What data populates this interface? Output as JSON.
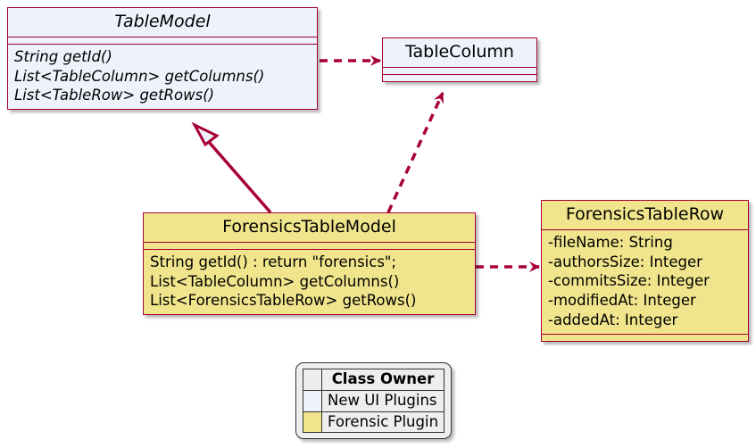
{
  "diagram": {
    "type": "uml-class-diagram",
    "colors": {
      "border": "#A80036",
      "arrow": "#A80036",
      "new_ui_plugins_fill": "#EEF2FB",
      "forensic_plugin_fill": "#F0E58C",
      "legend_background": "#EEEEEE",
      "legend_border": "#333333",
      "text": "#000000"
    }
  },
  "classes": {
    "table_model": {
      "name": "TableModel",
      "abstract": true,
      "attributes": [],
      "methods": [
        "String getId()",
        "List<TableColumn> getColumns()",
        "List<TableRow> getRows()"
      ]
    },
    "table_column": {
      "name": "TableColumn",
      "abstract": false,
      "attributes": [],
      "methods": []
    },
    "forensics_table_model": {
      "name": "ForensicsTableModel",
      "abstract": false,
      "attributes": [],
      "methods": [
        "String getId() : return \"forensics\";",
        "List<TableColumn> getColumns()",
        "List<ForensicsTableRow> getRows()"
      ]
    },
    "forensics_table_row": {
      "name": "ForensicsTableRow",
      "abstract": false,
      "attributes": [
        "-fileName: String",
        "-authorsSize: Integer",
        "-commitsSize: Integer",
        "-modifiedAt: Integer",
        "-addedAt: Integer"
      ],
      "methods": []
    }
  },
  "relationships": [
    {
      "id": "tablemodel-uses-tablecolumn",
      "from": "TableModel",
      "to": "TableColumn",
      "kind": "dependency",
      "line": "dashed",
      "arrowhead": "open"
    },
    {
      "id": "forensicstablemodel-extends-tablemodel",
      "from": "ForensicsTableModel",
      "to": "TableModel",
      "kind": "generalization",
      "line": "solid",
      "arrowhead": "hollow-triangle"
    },
    {
      "id": "forensicstablemodel-uses-tablecolumn",
      "from": "ForensicsTableModel",
      "to": "TableColumn",
      "kind": "dependency",
      "line": "dashed",
      "arrowhead": "open"
    },
    {
      "id": "forensicstablemodel-uses-forensicstablerow",
      "from": "ForensicsTableModel",
      "to": "ForensicsTableRow",
      "kind": "dependency",
      "line": "dashed",
      "arrowhead": "open"
    }
  ],
  "legend": {
    "header": "Class Owner",
    "rows": [
      {
        "label": "New UI Plugins",
        "color": "#EEF2FB"
      },
      {
        "label": "Forensic Plugin",
        "color": "#F0E58C"
      }
    ]
  }
}
